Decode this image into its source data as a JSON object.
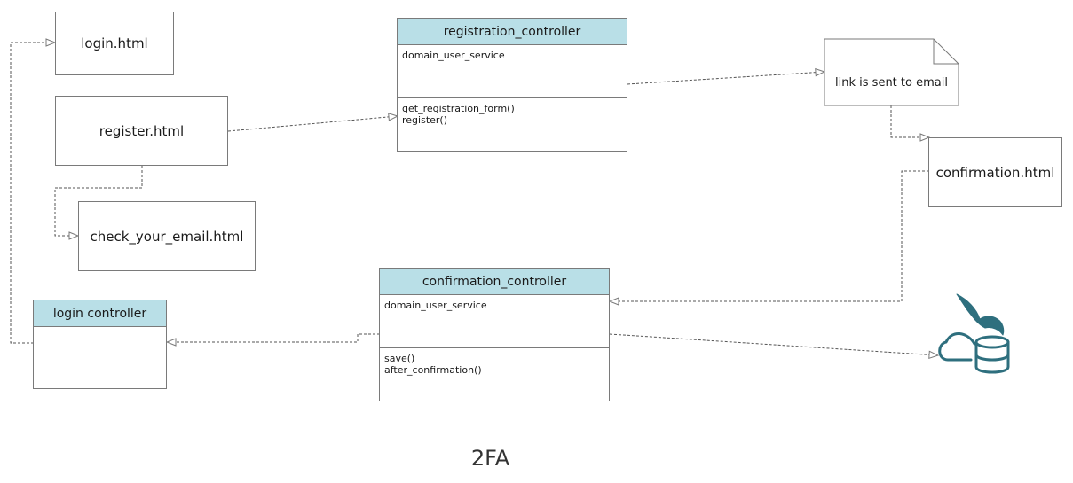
{
  "title": "2FA",
  "pages": {
    "login": "login.html",
    "register": "register.html",
    "check_email": "check_your_email.html",
    "confirmation": "confirmation.html"
  },
  "note": "link is sent to email",
  "registration_controller": {
    "name": "registration_controller",
    "attributes": [
      "domain_user_service"
    ],
    "methods": [
      "get_registration_form()",
      "register()"
    ]
  },
  "confirmation_controller": {
    "name": "confirmation_controller",
    "attributes": [
      "domain_user_service"
    ],
    "methods": [
      "save()",
      "after_confirmation()"
    ]
  },
  "login_controller": {
    "name": "login controller"
  },
  "database": {
    "icon": "mysql-cloud-database-icon"
  },
  "colors": {
    "class_header": "#b9dfe7",
    "border": "#7a7a7a",
    "db_icon": "#2e6f7e"
  }
}
